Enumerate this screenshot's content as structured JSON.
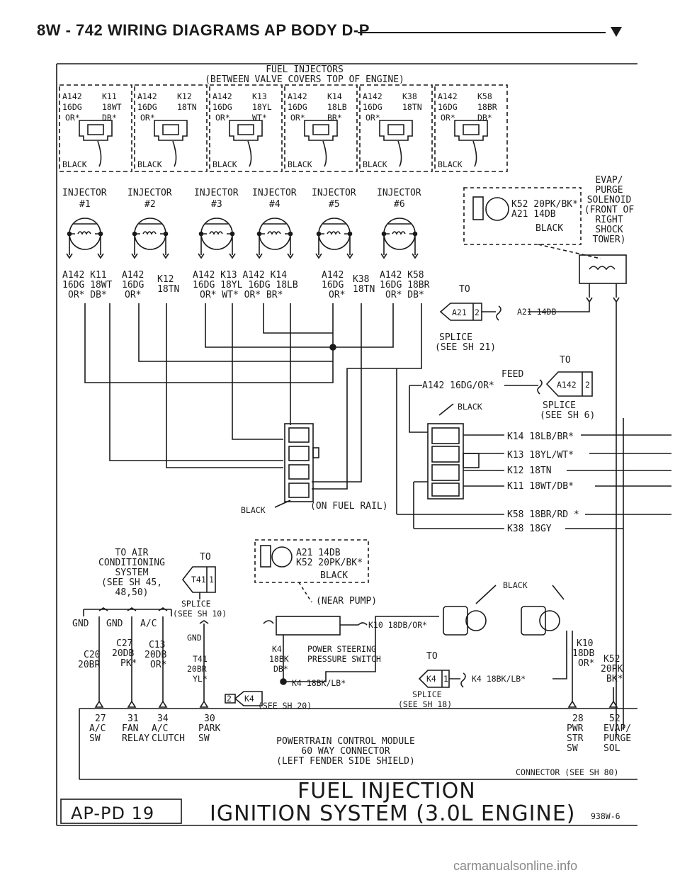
{
  "header": {
    "title": "8W - 742  WIRING DIAGRAMS AP BODY D-P"
  },
  "injectors_title": [
    "FUEL INJECTORS",
    "(BETWEEN VALVE COVERS TOP OF ENGINE)"
  ],
  "connectors": [
    {
      "l1": "A142",
      "l2": "16DG",
      "l3": "OR*",
      "r": [
        "K11",
        "18WT",
        "DB*"
      ],
      "color": "BLACK"
    },
    {
      "l1": "A142",
      "l2": "16DG",
      "l3": "OR*",
      "r": [
        "K12",
        "18TN",
        ""
      ],
      "color": "BLACK"
    },
    {
      "l1": "A142",
      "l2": "16DG",
      "l3": "OR*",
      "r": [
        "K13",
        "18YL",
        "WT*"
      ],
      "color": "BLACK"
    },
    {
      "l1": "A142",
      "l2": "16DG",
      "l3": "OR*",
      "r": [
        "K14",
        "18LB",
        "BR*"
      ],
      "color": "BLACK"
    },
    {
      "l1": "A142",
      "l2": "16DG",
      "l3": "OR*",
      "r": [
        "K38",
        "18TN",
        ""
      ],
      "color": "BLACK"
    },
    {
      "l1": "A142",
      "l2": "16DG",
      "l3": "OR*",
      "r": [
        "K58",
        "18BR",
        "DB*"
      ],
      "color": "BLACK"
    }
  ],
  "injectors": [
    {
      "name": "INJECTOR",
      "num": "#1"
    },
    {
      "name": "INJECTOR",
      "num": "#2"
    },
    {
      "name": "INJECTOR",
      "num": "#3"
    },
    {
      "name": "INJECTOR",
      "num": "#4"
    },
    {
      "name": "INJECTOR",
      "num": "#5"
    },
    {
      "name": "INJECTOR",
      "num": "#6"
    }
  ],
  "evap": {
    "label": [
      "EVAP/",
      "PURGE",
      "SOLENOID",
      "(FRONT OF",
      "RIGHT",
      "SHOCK",
      "TOWER)"
    ],
    "wires": [
      "K52 20PK/BK*",
      "A21 14DB",
      "BLACK"
    ]
  },
  "splice_a21": {
    "to": "TO",
    "id": "A21",
    "pin": "2",
    "wire": "A21 14DB",
    "label": [
      "SPLICE",
      "(SEE SH 21)"
    ]
  },
  "feed": {
    "to": "TO",
    "label": "FEED",
    "wire": "A142 16DG/OR*",
    "id": "A142",
    "pin": "2",
    "splice": [
      "SPLICE",
      "(SEE SH 6)"
    ],
    "color": "BLACK"
  },
  "rail": {
    "color": "BLACK",
    "label": "(ON FUEL RAIL)",
    "wires": [
      "K14 18LB/BR*",
      "K13 18YL/WT*",
      "K12 18TN",
      "K11 18WT/DB*",
      "K58 18BR/RD *",
      "K38 18GY"
    ]
  },
  "pump": {
    "wires": [
      "A21 14DB",
      "K52 20PK/BK*",
      "BLACK"
    ],
    "label": "(NEAR PUMP)"
  },
  "ac": {
    "label": [
      "TO AIR",
      "CONDITIONING",
      "SYSTEM",
      "(SEE SH 45,",
      "48,50)"
    ],
    "pins": [
      "GND",
      "GND",
      "A/C"
    ],
    "wires": [
      [
        "C20",
        "20BR"
      ],
      [
        "C27",
        "20DB",
        "PK*"
      ],
      [
        "C13",
        "20DB",
        "OR*"
      ]
    ]
  },
  "t41": {
    "to": "TO",
    "id": "T41",
    "pin": "1",
    "splice": [
      "SPLICE",
      "(SEE SH 10)"
    ],
    "gnd": "GND",
    "wire": [
      "T41",
      "20BR",
      "YL*"
    ]
  },
  "pss": {
    "wire_top": "K10 18DB/OR*",
    "wire_left": [
      "K4",
      "18BK",
      "DB*"
    ],
    "label": [
      "POWER STEERING",
      "PRESSURE SWITCH"
    ],
    "wire_bot": "K4 18BK/LB*",
    "conn": "2",
    "conn_id": "K4",
    "see": "(SEE SH 20)"
  },
  "k4": {
    "to": "TO",
    "id": "K4",
    "pin": "1",
    "wire": "K4 18BK/LB*",
    "splice": [
      "SPLICE",
      "(SEE SH 18)"
    ]
  },
  "right_conn": {
    "color": "BLACK",
    "k10": [
      "K10",
      "18DB",
      "OR*"
    ],
    "k52": [
      "K52",
      "20PK",
      "BK*"
    ]
  },
  "pcm_pins": [
    {
      "n": "27",
      "d": [
        "A/C",
        "SW"
      ]
    },
    {
      "n": "31",
      "d": [
        "FAN",
        "RELAY"
      ]
    },
    {
      "n": "34",
      "d": [
        "A/C",
        "CLUTCH"
      ]
    },
    {
      "n": "30",
      "d": [
        "PARK",
        "SW"
      ]
    },
    {
      "n": "28",
      "d": [
        "PWR",
        "STR",
        "SW"
      ]
    },
    {
      "n": "52",
      "d": [
        "EVAP/",
        "PURGE",
        "SOL"
      ]
    }
  ],
  "pcm": {
    "label": [
      "POWERTRAIN CONTROL MODULE",
      "60 WAY CONNECTOR",
      "(LEFT FENDER SIDE SHIELD)"
    ],
    "conn_note": "CONNECTOR (SEE SH 80)"
  },
  "footer": {
    "box": "AP-PD 19",
    "title1": "FUEL  INJECTION",
    "title2": "IGNITION SYSTEM (3.0L ENGINE)",
    "code": "938W-6"
  },
  "watermark": "carmanualsonline.info"
}
